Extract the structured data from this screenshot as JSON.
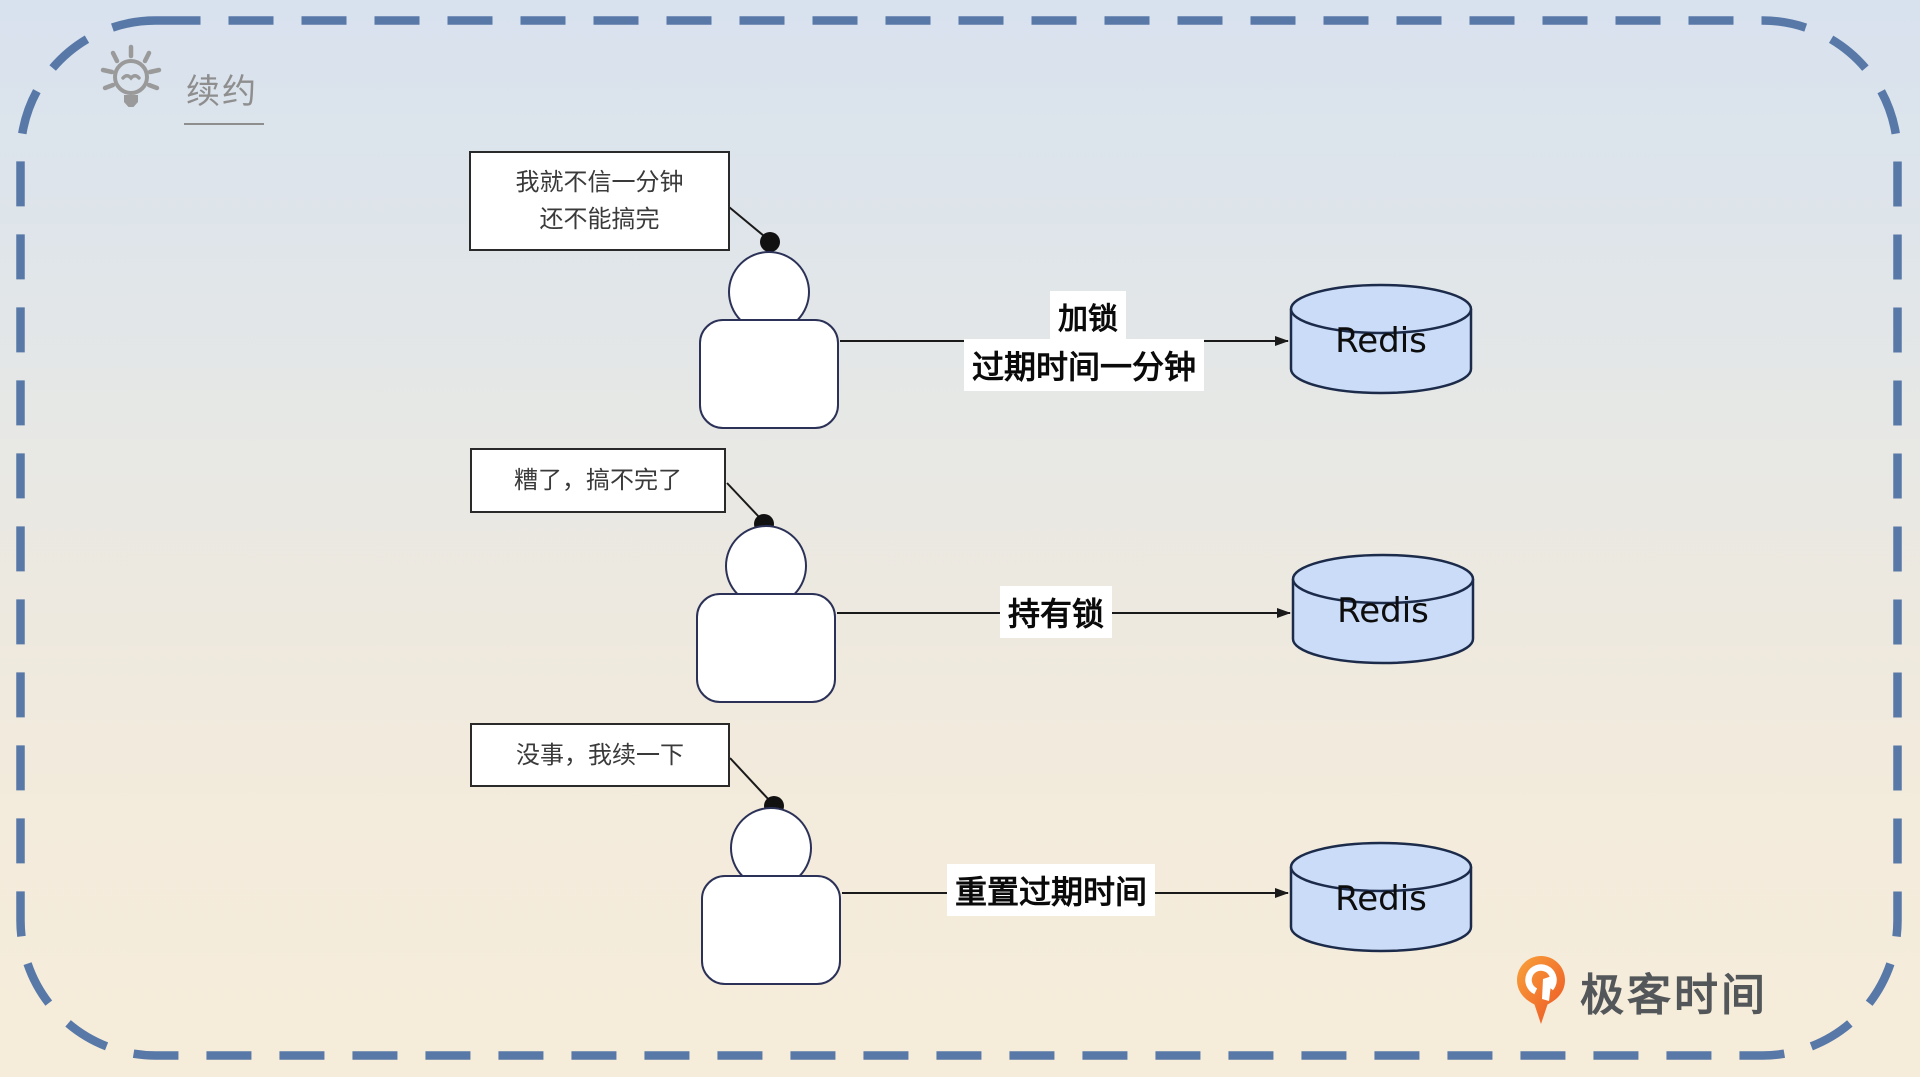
{
  "title": {
    "text": "续约",
    "icon": "lightbulb-icon"
  },
  "rows": [
    {
      "thought": "我就不信一分钟\n还不能搞完",
      "action": "加锁",
      "action_detail": "过期时间一分钟",
      "target": "Redis"
    },
    {
      "thought": "糟了，搞不完了",
      "action": "持有锁",
      "target": "Redis"
    },
    {
      "thought": "没事，我续一下",
      "action": "重置过期时间",
      "target": "Redis"
    }
  ],
  "branding": {
    "name": "极客时间",
    "icon": "geektime-pin-icon"
  },
  "colors": {
    "background_top": "#d8e2ee",
    "background_bottom": "#f6ecda",
    "border_dash": "#5878a8",
    "redis_fill": "#cadcf8",
    "redis_stroke": "#1c2b4a",
    "person_stroke": "#2b3157",
    "line": "#1a1a1a",
    "brand_orange": "#ee5f24",
    "title_gray": "#8e8e8e"
  }
}
